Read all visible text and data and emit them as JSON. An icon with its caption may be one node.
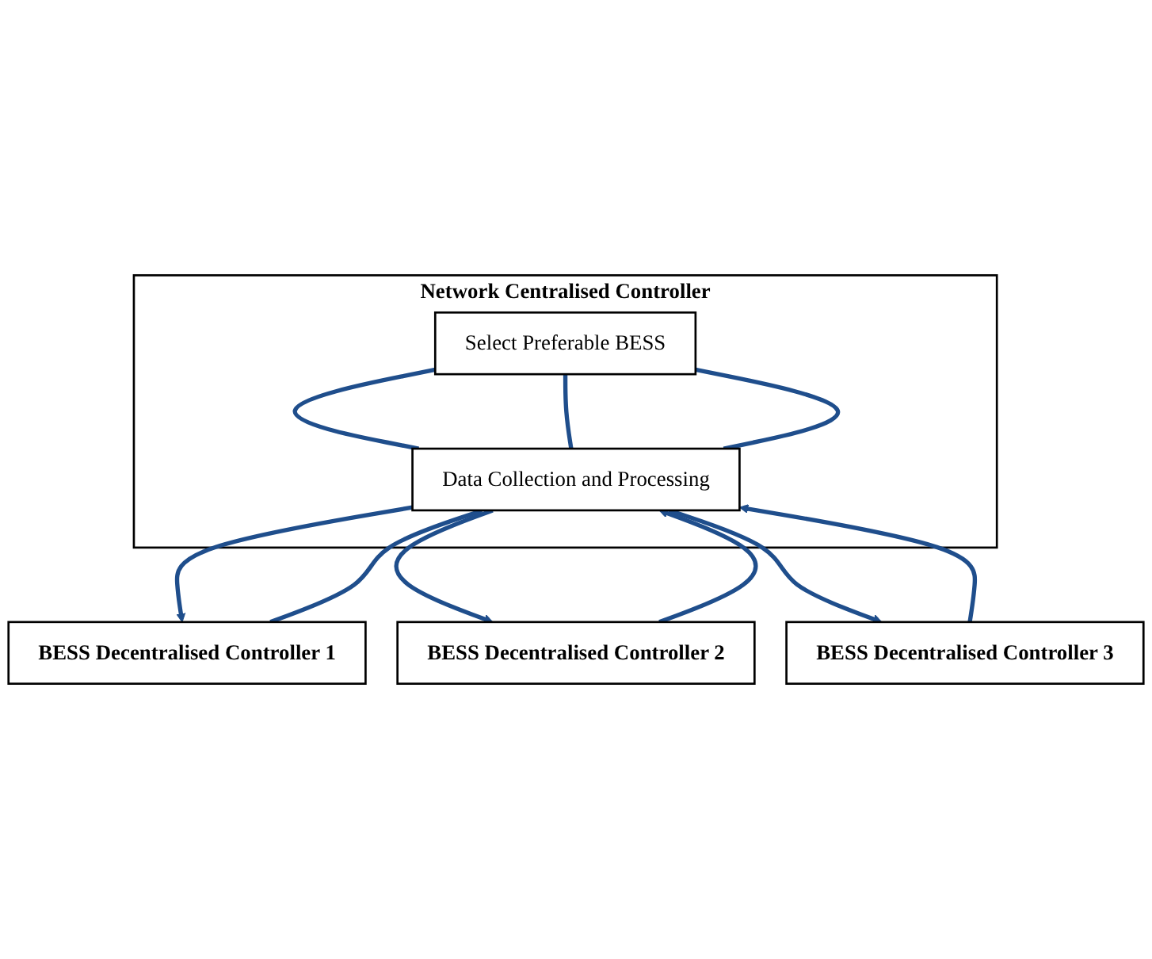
{
  "diagram": {
    "nodes": [
      {
        "text": [
          "Network Centralised Controller"
        ]
      },
      {
        "text": [
          "Select Preferable BESS"
        ],
        "in": 0
      },
      {
        "text": [
          "Data Collection and Processing"
        ],
        "in": 0
      },
      {
        "text": [
          "BESS Decentralised Controller 1"
        ]
      },
      {
        "text": [
          "BESS Decentralised Controller 2"
        ]
      },
      {
        "text": [
          "BESS Decentralised Controller 3"
        ]
      }
    ],
    "edges": [
      {
        "from": 1,
        "to": 2,
        "arrow": "none"
      },
      {
        "from": 1,
        "to": 2,
        "arrow": "none"
      },
      {
        "from": 1,
        "to": 2,
        "arrow": "none"
      },
      {
        "from": 2,
        "to": 3,
        "arrow": "to"
      },
      {
        "from": 3,
        "to": 2,
        "arrow": "to"
      },
      {
        "from": 2,
        "to": 4,
        "arrow": "to"
      },
      {
        "from": 4,
        "to": 2,
        "arrow": "to"
      },
      {
        "from": 2,
        "to": 5,
        "arrow": "to"
      },
      {
        "from": 5,
        "to": 2,
        "arrow": "to"
      }
    ]
  }
}
